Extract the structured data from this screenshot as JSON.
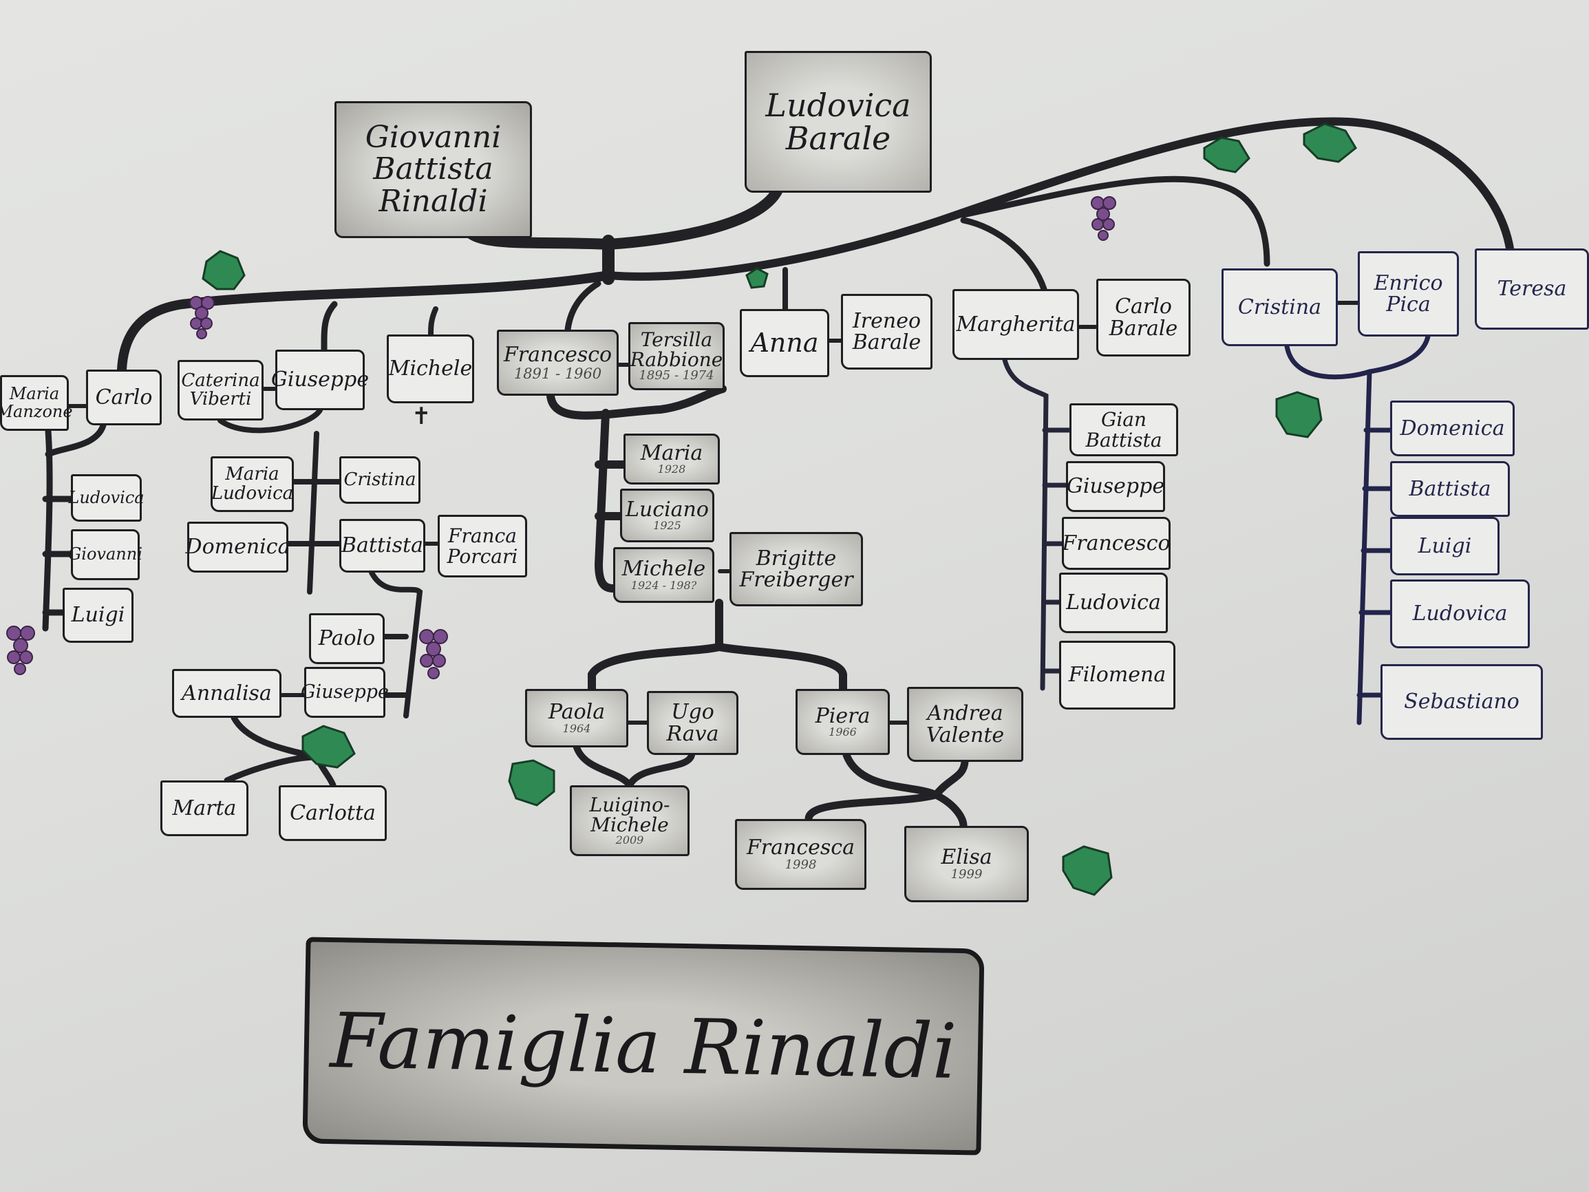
{
  "title": "Famiglia Rinaldi",
  "colors": {
    "ink": "#1f1f22",
    "leaf": "#2e8a52",
    "grape": "#7a4e8c",
    "box_gray": "#b3b2ad"
  },
  "people": {
    "giovanni_battista": {
      "name": "Giovanni Battista\nRinaldi"
    },
    "ludovica_barale": {
      "name": "Ludovica\nBarale"
    },
    "maria_manzone": {
      "name": "Maria\nManzone"
    },
    "carlo": {
      "name": "Carlo"
    },
    "caterina_viberti": {
      "name": "Caterina\nViberti"
    },
    "giuseppe": {
      "name": "Giuseppe"
    },
    "michele": {
      "name": "Michele"
    },
    "francesco": {
      "name": "Francesco",
      "dates": "1891 - 1960"
    },
    "tersilla": {
      "name": "Tersilla\nRabbione",
      "dates": "1895 - 1974"
    },
    "anna": {
      "name": "Anna"
    },
    "ireneo": {
      "name": "Ireneo\nBarale"
    },
    "margherita": {
      "name": "Margherita"
    },
    "carlo_barale": {
      "name": "Carlo\nBarale"
    },
    "cristina": {
      "name": "Cristina"
    },
    "enrico_pica": {
      "name": "Enrico\nPica"
    },
    "teresa": {
      "name": "Teresa"
    },
    "c_ludovica": {
      "name": "Ludovica"
    },
    "c_giovanni": {
      "name": "Giovanni"
    },
    "c_luigi": {
      "name": "Luigi"
    },
    "g_maria_ludovica": {
      "name": "Maria\nLudovica"
    },
    "g_cristina": {
      "name": "Cristina"
    },
    "g_domenica": {
      "name": "Domenica"
    },
    "g_battista": {
      "name": "Battista"
    },
    "franca_porcari": {
      "name": "Franca\nPorcari"
    },
    "paolo": {
      "name": "Paolo"
    },
    "annalisa": {
      "name": "Annalisa"
    },
    "giuseppe2": {
      "name": "Giuseppe"
    },
    "marta": {
      "name": "Marta"
    },
    "carlotta": {
      "name": "Carlotta"
    },
    "maria": {
      "name": "Maria",
      "dates": "1928"
    },
    "luciano": {
      "name": "Luciano",
      "dates": "1925"
    },
    "michele2": {
      "name": "Michele",
      "dates": "1924 - 198?"
    },
    "brigitte": {
      "name": "Brigitte\nFreiberger"
    },
    "paola": {
      "name": "Paola",
      "dates": "1964"
    },
    "ugo_rava": {
      "name": "Ugo\nRava"
    },
    "piera": {
      "name": "Piera",
      "dates": "1966"
    },
    "andrea_valente": {
      "name": "Andrea\nValente"
    },
    "luigino_michele": {
      "name": "Luigino-\nMichele",
      "dates": "2009"
    },
    "francesca": {
      "name": "Francesca",
      "dates": "1998"
    },
    "elisa": {
      "name": "Elisa",
      "dates": "1999"
    },
    "m_gian_battista": {
      "name": "Gian\nBattista"
    },
    "m_giuseppe": {
      "name": "Giuseppe"
    },
    "m_francesco": {
      "name": "Francesco"
    },
    "m_ludovica": {
      "name": "Ludovica"
    },
    "m_filomena": {
      "name": "Filomena"
    },
    "p_domenica": {
      "name": "Domenica"
    },
    "p_battista": {
      "name": "Battista"
    },
    "p_luigi": {
      "name": "Luigi"
    },
    "p_ludovica": {
      "name": "Ludovica"
    },
    "p_sebastiano": {
      "name": "Sebastiano"
    }
  }
}
